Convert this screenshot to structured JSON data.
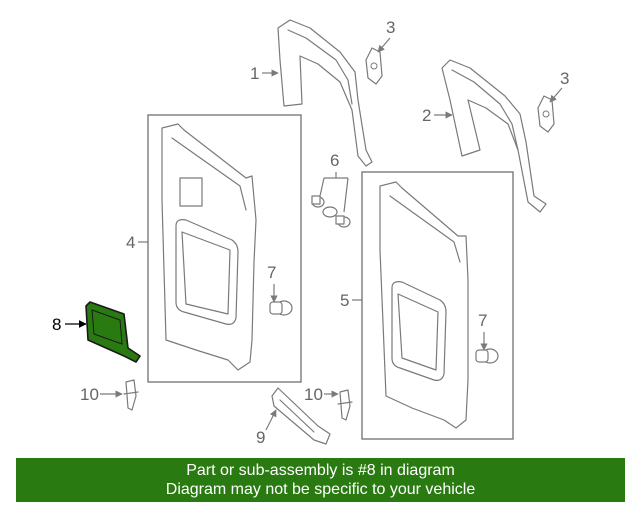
{
  "callouts": {
    "c1": "1",
    "c2": "2",
    "c3a": "3",
    "c3b": "3",
    "c4": "4",
    "c5": "5",
    "c6": "6",
    "c7a": "7",
    "c7b": "7",
    "c8": "8",
    "c9": "9",
    "c10a": "10",
    "c10b": "10"
  },
  "highlighted_part": "8",
  "colors": {
    "highlight": "#2a7a12",
    "banner_text": "#ffffff",
    "line_art": "#7a7a7a"
  },
  "banner": {
    "line1": "Part or sub-assembly is #8 in diagram",
    "line2": "Diagram may not be specific to your vehicle"
  }
}
